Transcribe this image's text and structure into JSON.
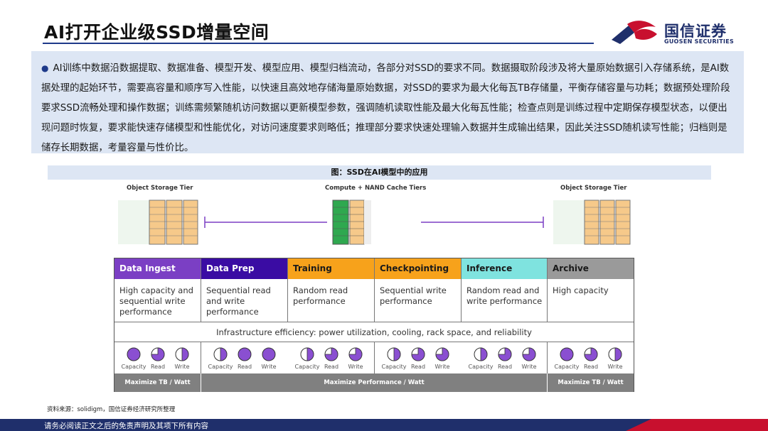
{
  "header": {
    "title": "AI打开企业级SSD增量空间",
    "logo_cn": "国信证券",
    "logo_en": "GUOSEN SECURITIES"
  },
  "summary": {
    "bullet": "●",
    "text": "AI训练中数据沿数据提取、数据准备、模型开发、模型应用、模型归档流动，各部分对SSD的要求不同。数据摄取阶段涉及将大量原始数据引入存储系统，是AI数据处理的起始环节，需要高容量和顺序写入性能，以快速且高效地存储海量原始数据，对SSD的要求为最大化每瓦TB存储量，平衡存储容量与功耗；数据预处理阶段要求SSD流畅处理和操作数据；训练需频繁随机访问数据以更新模型参数，强调随机读取性能及最大化每瓦性能；检查点则是训练过程中定期保存模型状态，以便出现问题时恢复，要求能快速存储模型和性能优化，对访问速度要求则略低；推理部分要求快速处理输入数据并生成输出结果，因此关注SSD随机读写性能；归档则是储存长期数据，考量容量与性价比。"
  },
  "figure": {
    "caption": "图：SSD在AI模型中的应用",
    "tiers": {
      "left": "Object Storage Tier",
      "center": "Compute + NAND Cache Tiers",
      "right": "Object Storage Tier"
    },
    "stages": [
      {
        "name": "Data Ingest",
        "desc": "High capacity and sequential write performance",
        "color": "#7b3fc4",
        "text_color": "#ffffff",
        "icons": [
          1.0,
          0.75,
          0.5
        ]
      },
      {
        "name": "Data Prep",
        "desc": "Sequential read and write performance",
        "color": "#3a0ca3",
        "text_color": "#ffffff",
        "icons": [
          0.5,
          1.0,
          1.0
        ]
      },
      {
        "name": "Training",
        "desc": "Random read performance",
        "color": "#f7a21b",
        "text_color": "#1a1a1a",
        "icons": [
          0.5,
          0.75,
          0.75
        ]
      },
      {
        "name": "Checkpointing",
        "desc": "Sequential write performance",
        "color": "#f7a21b",
        "text_color": "#1a1a1a",
        "icons": [
          0.5,
          0.75,
          0.75
        ]
      },
      {
        "name": "Inference",
        "desc": "Random read and write performance",
        "color": "#7fe3df",
        "text_color": "#1a1a1a",
        "icons": [
          0.5,
          0.75,
          0.75
        ]
      },
      {
        "name": "Archive",
        "desc": "High capacity",
        "color": "#9a9a9a",
        "text_color": "#1a1a1a",
        "icons": [
          1.0,
          0.75,
          0.5
        ]
      }
    ],
    "icon_labels": [
      "Capacity",
      "Read",
      "Write"
    ],
    "infrastructure": "Infrastructure efficiency: power utilization, cooling, rack space, and reliability",
    "footer_cells": [
      "Maximize TB / Watt",
      "Maximize Performance / Watt",
      "Maximize TB / Watt"
    ],
    "icon_color": "#8a4fd1"
  },
  "source": "资料来源：solidigm，国信证券经济研究所整理",
  "footer": "请务必阅读正文之后的免责声明及其项下所有内容"
}
